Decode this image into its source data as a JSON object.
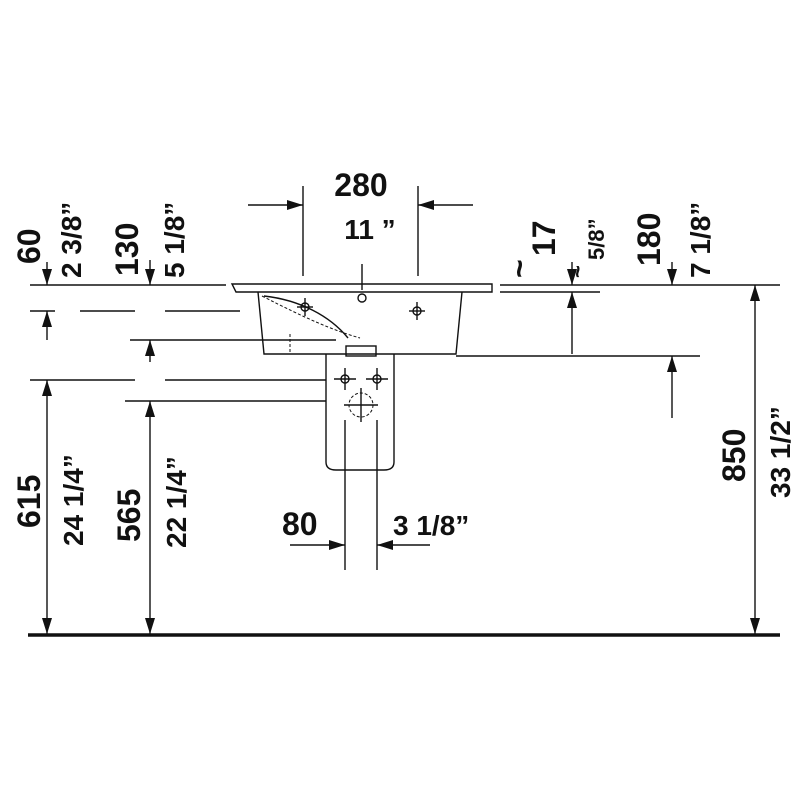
{
  "dimensions": {
    "width_mm": "280",
    "width_in": "11 ”",
    "rim_mm": "60",
    "rim_in": "2 3/8”",
    "bowl_depth_mm": "130",
    "bowl_depth_in": "5 1/8”",
    "overflow_mm": "17",
    "overflow_approx": "~",
    "overflow_in": "5/8”",
    "overflow_in_approx": "~",
    "siphon_mm": "180",
    "siphon_in": "7 1/8”",
    "waste_mm": "615",
    "waste_in": "24 1/4”",
    "supply_mm": "565",
    "supply_in": "22 1/4”",
    "total_height_mm": "850",
    "total_height_in": "33 1/2”",
    "pipe_width_mm": "80",
    "pipe_width_in": "3 1/8”"
  }
}
